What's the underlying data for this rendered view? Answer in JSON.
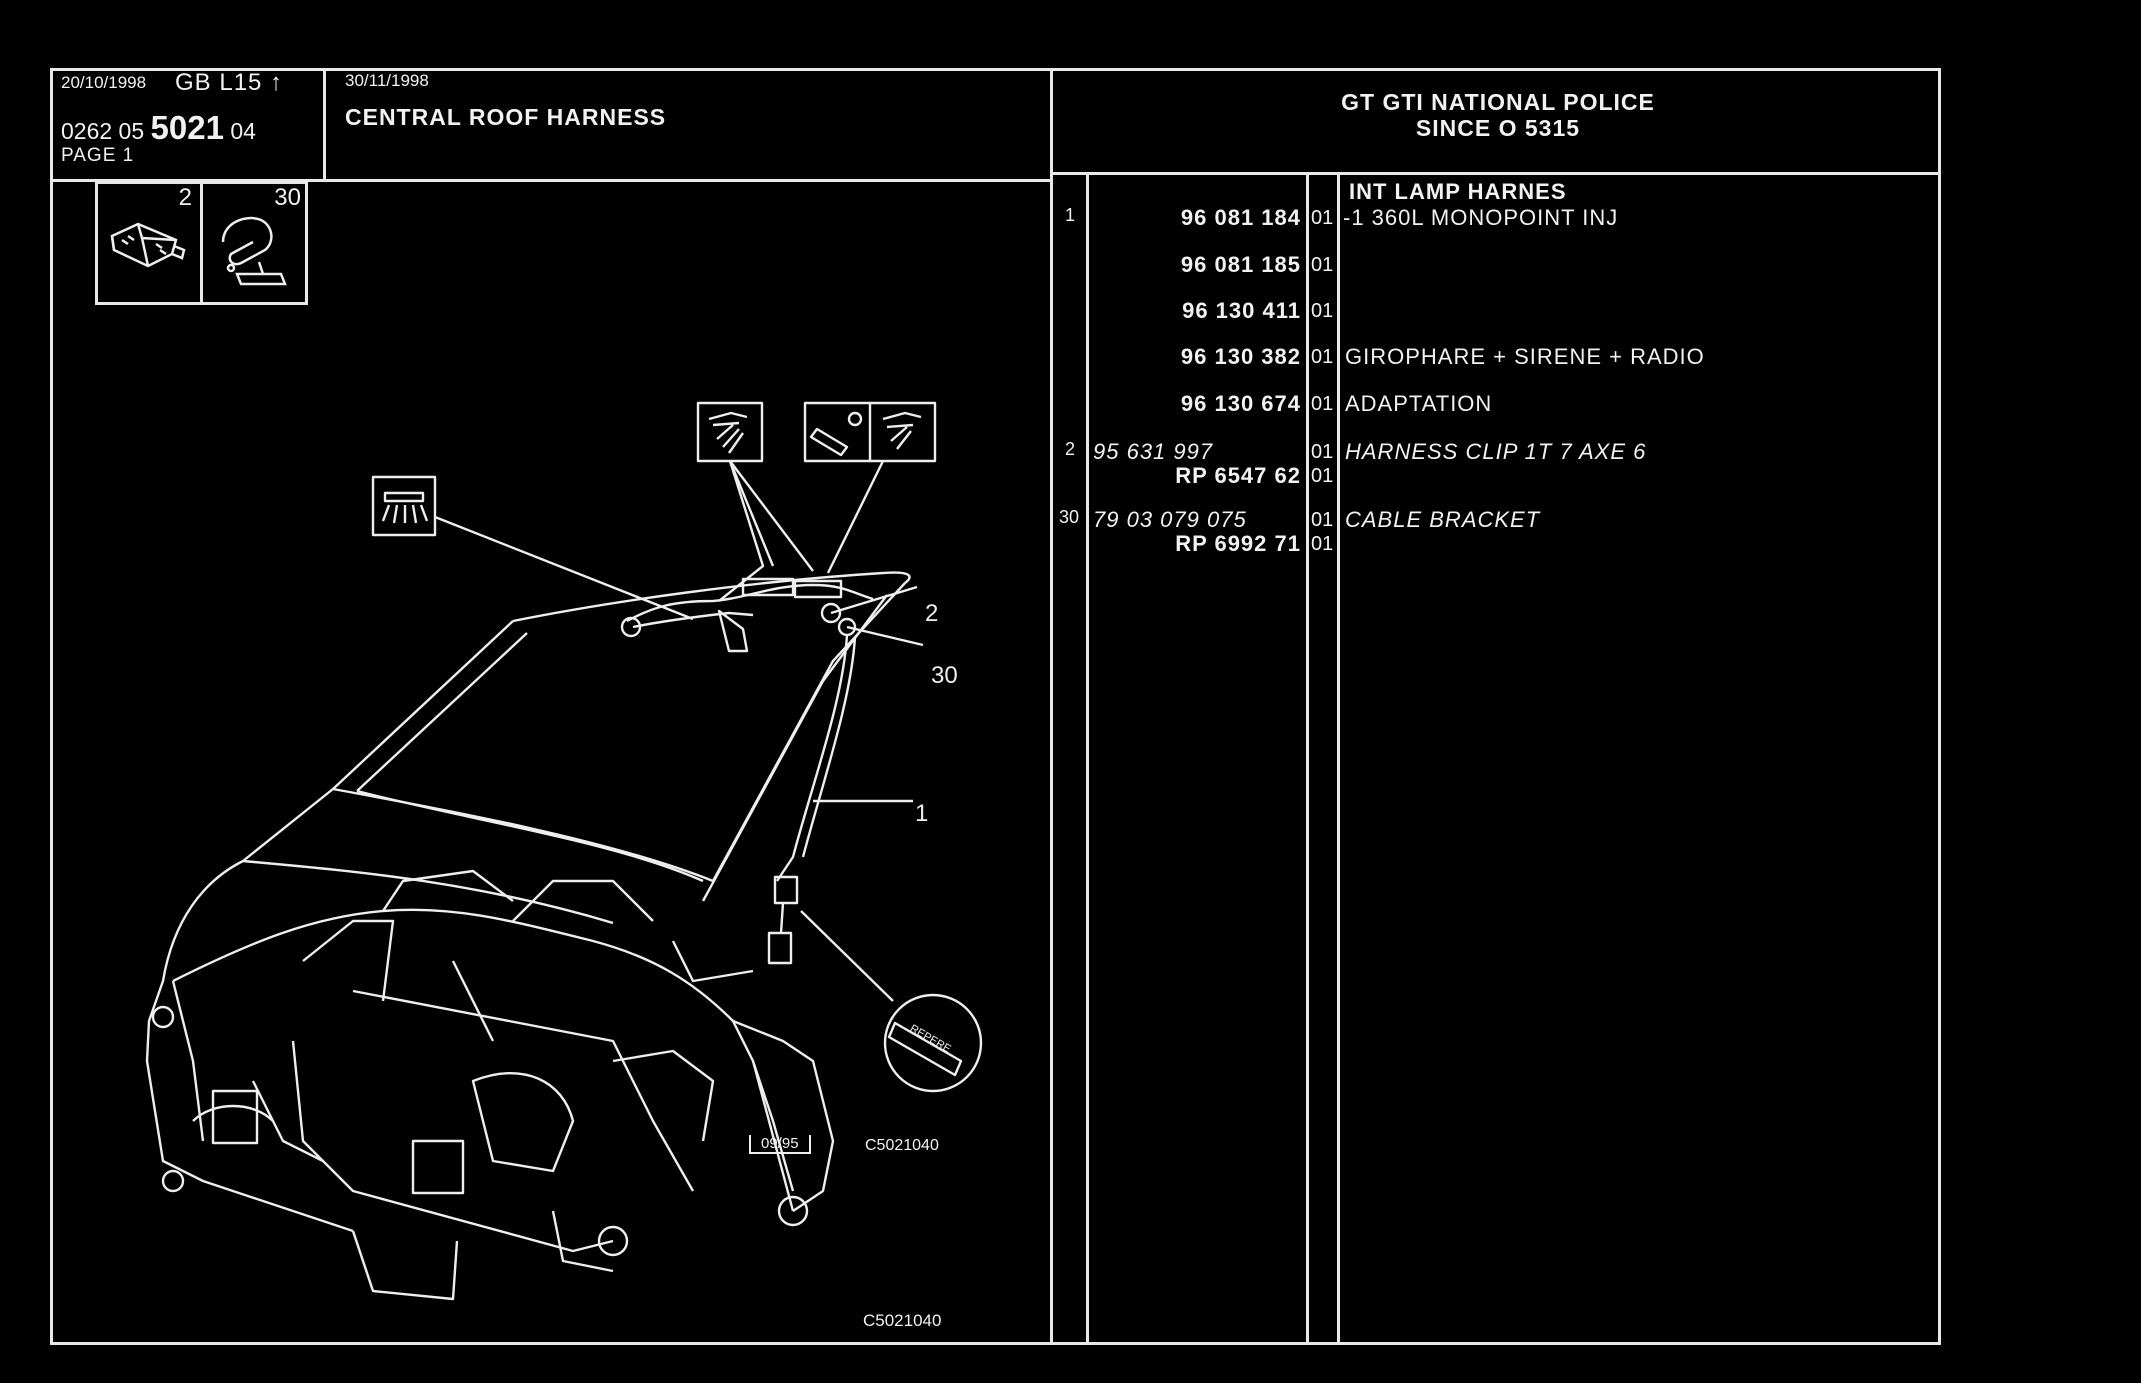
{
  "header": {
    "date_left": "20/10/1998",
    "region_code": "GB  L15 ↑",
    "ref_prefix": "0262  05",
    "ref_main": "5021",
    "ref_suffix": "04",
    "page_label": "PAGE  1",
    "date_right": "30/11/1998",
    "title": "CENTRAL ROOF HARNESS",
    "model_line1": "GT GTI NATIONAL POLICE",
    "model_line2": "SINCE  O   5315"
  },
  "legend": {
    "item_a": "2",
    "item_b": "30"
  },
  "diagram": {
    "callout_2": "2",
    "callout_30": "30",
    "callout_1": "1",
    "marker_text": "REPERE",
    "stamp": "09/95",
    "code_small": "C5021040",
    "code_bottom": "C5021040"
  },
  "parts": {
    "group_title": "INT LAMP HARNES",
    "rows": [
      {
        "item": "1",
        "part": "96 081 184",
        "qty": "01",
        "desc": "-1 360L MONOPOINT INJ"
      },
      {
        "item": "",
        "part": "96 081 185",
        "qty": "01",
        "desc": ""
      },
      {
        "item": "",
        "part": "96 130 411",
        "qty": "01",
        "desc": ""
      },
      {
        "item": "",
        "part": "96 130 382",
        "qty": "01",
        "desc": "GIROPHARE  +  SIRENE  +  RADIO"
      },
      {
        "item": "",
        "part": "96 130 674",
        "qty": "01",
        "desc": "ADAPTATION"
      }
    ],
    "clip": {
      "item": "2",
      "part": "95 631 997",
      "qty": "01",
      "desc": "HARNESS CLIP 1T 7 AXE 6",
      "rp": "RP  6547 62",
      "rp_qty": "01"
    },
    "bracket": {
      "item": "30",
      "part": "79 03 079 075",
      "qty": "01",
      "desc": "CABLE BRACKET",
      "rp": "RP  6992 71",
      "rp_qty": "01"
    }
  }
}
